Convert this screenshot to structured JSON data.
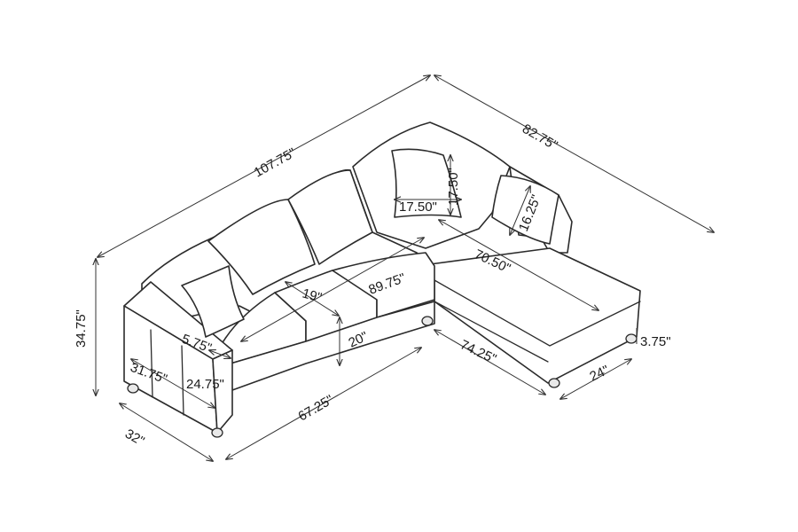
{
  "colors": {
    "line": "#2b2b2b",
    "background": "#ffffff"
  },
  "dimensions": {
    "overall_length": "107.75\"",
    "chaise_side_length": "82.75\"",
    "height": "34.75\"",
    "sofa_depth": "32\"",
    "arm_length": "31.75\"",
    "arm_width": "5.75\"",
    "arm_height": "24.75\"",
    "seat_depth": "19\"",
    "seat_height": "20\"",
    "front_width": "67.25\"",
    "back_width": "89.75\"",
    "chaise_length": "70.50\"",
    "chaise_front_length": "74.25\"",
    "chaise_width": "24\"",
    "leg_height": "3.75\"",
    "pillow_large_width": "17.50\"",
    "pillow_large_height": "17.50\"",
    "pillow_small": "16.25\""
  }
}
